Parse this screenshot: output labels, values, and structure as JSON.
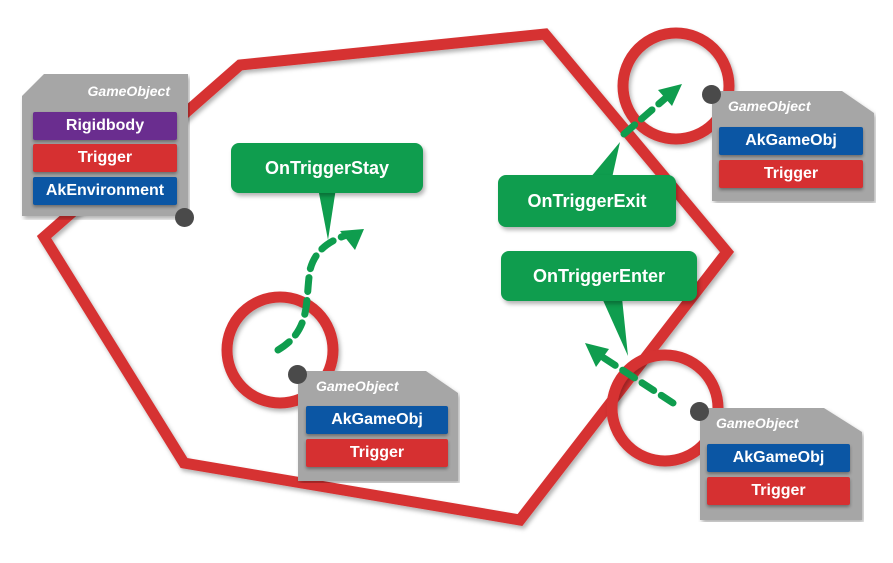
{
  "colors": {
    "zone_red": "#d63031",
    "event_green": "#0f9d4e",
    "panel_gray": "#a6a6a6",
    "rigidbody_purple": "#6a2d8f",
    "trigger_red": "#d63031",
    "ak_blue": "#0b56a4",
    "anchor_dark": "#4a4a4a"
  },
  "environment": {
    "title": "GameObject",
    "components": [
      "Rigidbody",
      "Trigger",
      "AkEnvironment"
    ]
  },
  "objects": [
    {
      "id": "stay",
      "title": "GameObject",
      "components": [
        "AkGameObj",
        "Trigger"
      ]
    },
    {
      "id": "exit",
      "title": "GameObject",
      "components": [
        "AkGameObj",
        "Trigger"
      ]
    },
    {
      "id": "enter",
      "title": "GameObject",
      "components": [
        "AkGameObj",
        "Trigger"
      ]
    }
  ],
  "events": {
    "stay": "OnTriggerStay",
    "exit": "OnTriggerExit",
    "enter": "OnTriggerEnter"
  }
}
